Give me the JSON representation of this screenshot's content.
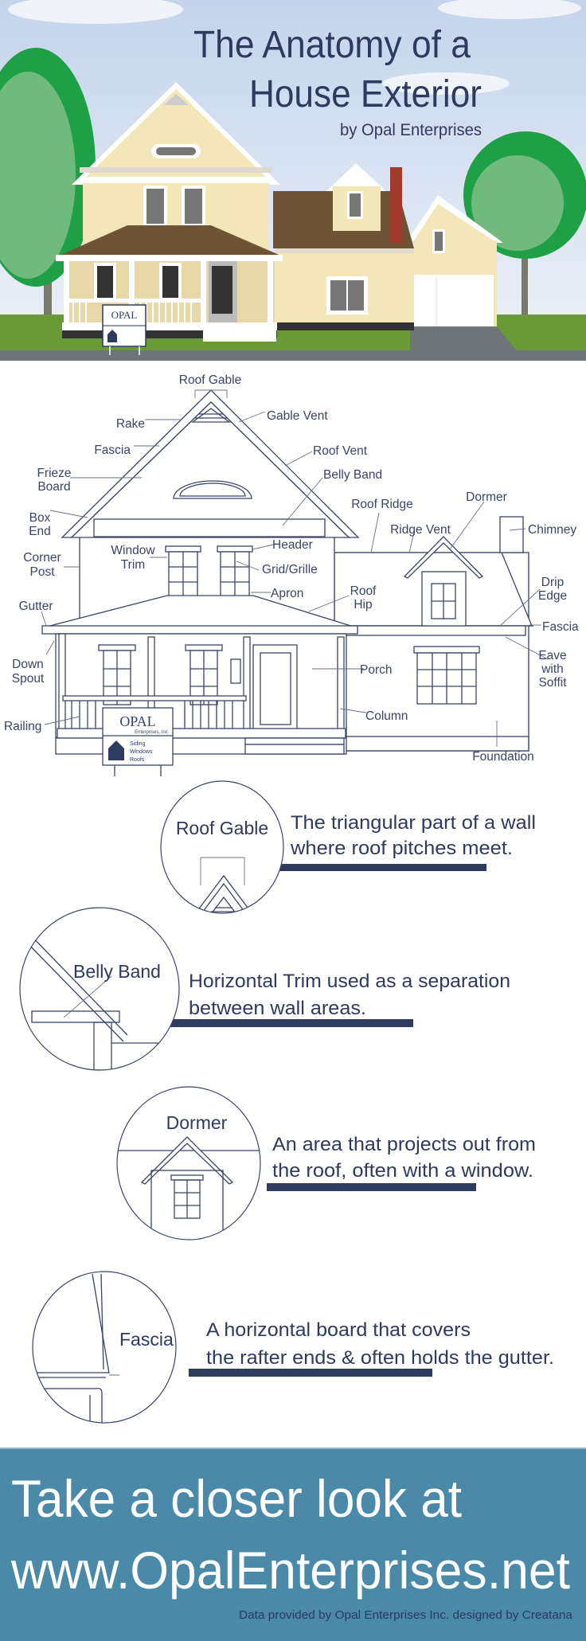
{
  "header": {
    "title_line1": "The Anatomy of a",
    "title_line2": "House Exterior",
    "byline": "by Opal Enterprises"
  },
  "sign": {
    "brand": "OPAL",
    "sub": "Enterprises, Inc",
    "services": [
      "Siding",
      "Windows",
      "Roofs"
    ]
  },
  "diagram_labels": {
    "roof_gable": "Roof Gable",
    "rake": "Rake",
    "gable_vent": "Gable Vent",
    "fascia_top": "Fascia",
    "roof_vent": "Roof Vent",
    "frieze_board": [
      "Frieze",
      "Board"
    ],
    "belly_band": "Belly Band",
    "roof_ridge": "Roof Ridge",
    "dormer": "Dormer",
    "ridge_vent": "Ridge Vent",
    "chimney": "Chimney",
    "box_end": [
      "Box",
      "End"
    ],
    "header": "Header",
    "window_trim": [
      "Window",
      "Trim"
    ],
    "corner_post": [
      "Corner",
      "Post"
    ],
    "grid_grille": "Grid/Grille",
    "drip_edge": [
      "Drip",
      "Edge"
    ],
    "roof_hip": [
      "Roof",
      "Hip"
    ],
    "apron": "Apron",
    "gutter": "Gutter",
    "fascia_right": "Fascia",
    "down_spout": [
      "Down",
      "Spout"
    ],
    "porch": "Porch",
    "eave_soffit": [
      "Eave",
      "with",
      "Soffit"
    ],
    "column": "Column",
    "railing": "Railing",
    "foundation": "Foundation"
  },
  "details": [
    {
      "label": "Roof Gable",
      "lines": [
        "The triangular part of a wall",
        "where roof pitches meet."
      ]
    },
    {
      "label": "Belly Band",
      "lines": [
        "Horizontal Trim used as a separation",
        "between wall areas."
      ]
    },
    {
      "label": "Dormer",
      "lines": [
        "An area that projects out from",
        "the roof, often with a window."
      ]
    },
    {
      "label": "Fascia",
      "lines": [
        "A horizontal board that covers",
        "the rafter ends & often holds the gutter."
      ]
    }
  ],
  "footer": {
    "cta_line1": "Take a closer look at",
    "cta_line2": "www.OpalEnterprises.net",
    "credit": "Data provided by Opal Enterprises Inc. designed by Creatana"
  },
  "colors": {
    "navy": "#2e3a5e",
    "footer_bg": "#4a8aa8",
    "siding": "#f3e6b8",
    "roof": "#6e5434",
    "chimney": "#a33a2e",
    "grass": "#6a9a35",
    "tree": "#4fae5c"
  }
}
